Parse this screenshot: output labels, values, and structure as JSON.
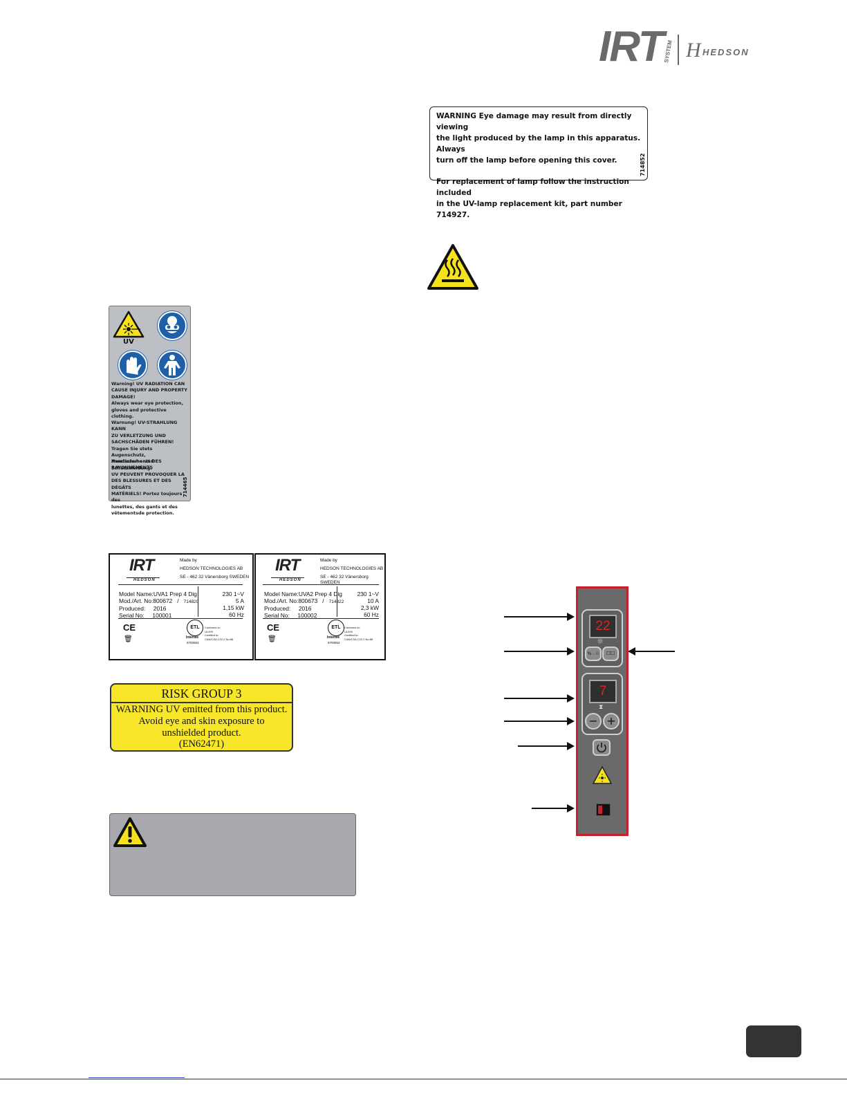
{
  "brand": {
    "irt": "IRT",
    "system": "SYSTEM",
    "hedson": "HEDSON"
  },
  "eye_label": {
    "line1": "WARNING Eye damage may result from directly viewing",
    "line2": "the light produced by the lamp in this apparatus. Always",
    "line3": "turn off the lamp before opening this cover.",
    "line4": "For replacement of lamp follow the instruction included",
    "line5": "in the UV-lamp replacement kit, part number 714927.",
    "code": "714852"
  },
  "uv_label": {
    "uv": "UV",
    "en": "Warning! UV RADIATION CAN\nCAUSE INJURY AND PROPERTY\nDAMAGE!\nAlways wear eye protection,\ngloves and protective clothing.",
    "de": "Warnung! UV-STRAHLUNG KANN\nZU VERLETZUNG UND\nSACHSCHÄDEN FÜHREN!\nTragen Sie stets Augenschutz,\nHandschuhe und Schutzkleidung.",
    "fr": "Avertissement! DES RAYONNEMENTS\nUV PEUVENT PROVOQUER LA\nDES BLESSURES ET DES DÉGÂTS\nMATÉRIELS! Portez toujours des\nlunettes, des gants et des\nvêtementsde protection.",
    "code": "714465"
  },
  "plates": [
    {
      "made_by": "Made by",
      "company": "HEDSON TECHNOLOGIES AB",
      "address": "SE - 462 32 Vänersborg SWEDEN",
      "model_label": "Model Name:",
      "model": "UVA1 Prep 4 Dig",
      "art_label": "Mod./Art. No:",
      "art": "800672",
      "sep": "/",
      "art2": "714820",
      "prod_label": "Produced:",
      "prod": "2016",
      "serial_label": "Serial No:",
      "serial": "100001",
      "voltage": "230 1~V",
      "current": "5 A",
      "power": "1,15 kW",
      "freq": "60 Hz",
      "ce": "CE",
      "etl": "ETL",
      "intertek": "Intertek",
      "etl_no": "9700653",
      "conf": "Conforms to:\nUL499\nCertified to:\nCAN/CSA C22.2 No.88"
    },
    {
      "made_by": "Made by",
      "company": "HEDSON TECHNOLOGIES AB",
      "address": "SE - 462 32 Vänersborg SWEDEN",
      "model_label": "Model Name:",
      "model": "UVA2 Prep 4 Dig",
      "art_label": "Mod./Art. No:",
      "art": "800673",
      "sep": "/",
      "art2": "714822",
      "prod_label": "Produced:",
      "prod": "2016",
      "serial_label": "Serial No:",
      "serial": "100002",
      "voltage": "230 1~V",
      "current": "10 A",
      "power": "2,3 kW",
      "freq": "60 Hz",
      "ce": "CE",
      "etl": "ETL",
      "intertek": "Intertek",
      "etl_no": "9700653",
      "conf": "Conforms to:\nUL499\nCertified to:\nCAN/CSA C22.2 No.88"
    }
  ],
  "risk_label": {
    "title": "RISK GROUP 3",
    "line1": "WARNING UV emitted from this product.",
    "line2": "Avoid eye and skin exposure to",
    "line3": "unshielded product.",
    "line4": "(EN62471)"
  },
  "panel": {
    "display_top": "22",
    "display_timer": "7",
    "btn_left": "% . ☉",
    "btn_right": "☐☐",
    "minus": "−",
    "plus": "+"
  },
  "colors": {
    "panel_red": "#c8202b",
    "risk_yellow": "#f7e62a",
    "warning_yellow": "#f6e21c",
    "mandatory_blue": "#1f5fa8"
  }
}
